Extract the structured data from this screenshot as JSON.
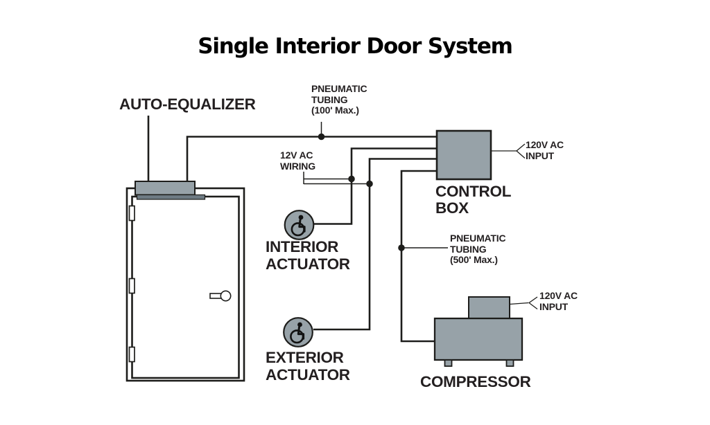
{
  "diagram": {
    "title": "Single Interior Door System",
    "components": {
      "auto_equalizer": {
        "label": "AUTO-EQUALIZER"
      },
      "door": {
        "name": "single interior door with frame, three hinges and lever handle"
      },
      "interior_actuator": {
        "label": "INTERIOR\nACTUATOR",
        "icon": "wheelchair-icon"
      },
      "exterior_actuator": {
        "label": "EXTERIOR\nACTUATOR",
        "icon": "wheelchair-icon"
      },
      "control_box": {
        "label": "CONTROL\nBOX"
      },
      "compressor": {
        "label": "COMPRESSOR"
      }
    },
    "annotations": {
      "pneumatic_tubing_100": {
        "label": "PNEUMATIC\nTUBING\n(100' Max.)"
      },
      "wiring_12v": {
        "label": "12V AC\nWIRING"
      },
      "input_120v_control_box": {
        "label": "120V AC\nINPUT"
      },
      "pneumatic_tubing_500": {
        "label": "PNEUMATIC\nTUBING\n(500' Max.)"
      },
      "input_120v_compressor": {
        "label": "120V AC\nINPUT"
      }
    },
    "colors": {
      "box_fill": "#97A2A8",
      "dark_bar_fill": "#6E7B83",
      "line": "#1D1D1B",
      "text": "#231F20",
      "background": "#FFFFFF"
    }
  }
}
